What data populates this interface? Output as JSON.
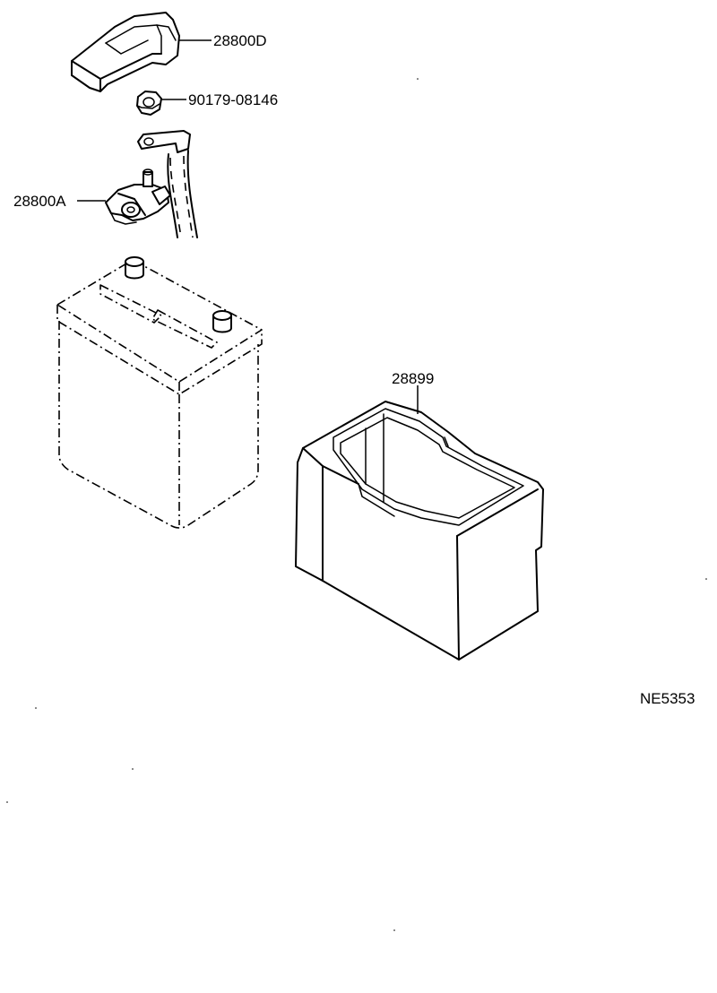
{
  "labels": {
    "terminal_cover": "28800D",
    "nut": "90179-08146",
    "terminal_clamp": "28800A",
    "battery_tray": "28899",
    "diagram_code": "NE5353"
  }
}
